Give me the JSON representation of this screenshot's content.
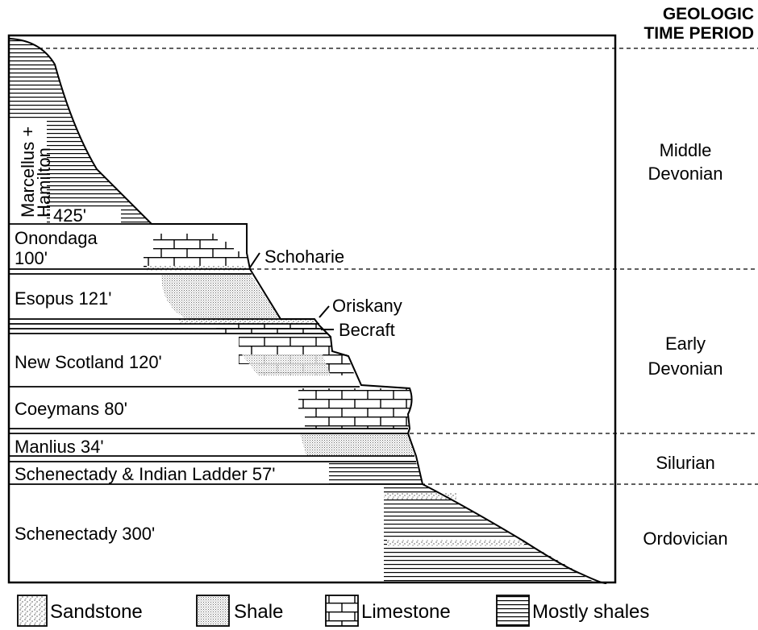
{
  "header": {
    "line1": "GEOLOGIC",
    "line2": "TIME PERIOD"
  },
  "periods": {
    "middle_devonian_1": "Middle",
    "middle_devonian_2": "Devonian",
    "early_devonian_1": "Early",
    "early_devonian_2": "Devonian",
    "silurian": "Silurian",
    "ordovician": "Ordovician"
  },
  "layers": {
    "marcellus_1": "Marcellus +",
    "marcellus_2": "Hamilton",
    "marcellus_thickness": "425'",
    "onondaga_1": "Onondaga",
    "onondaga_2": "100'",
    "schoharie": "Schoharie",
    "esopus": "Esopus 121'",
    "oriskany": "Oriskany",
    "becraft": "Becraft",
    "new_scotland": "New Scotland 120'",
    "coeymans": "Coeymans 80'",
    "manlius": "Manlius 34'",
    "schenectady_indian": "Schenectady & Indian Ladder 57'",
    "schenectady": "Schenectady 300'"
  },
  "legend": {
    "sandstone": "Sandstone",
    "shale": "Shale",
    "limestone": "Limestone",
    "mostly_shales": "Mostly shales"
  }
}
